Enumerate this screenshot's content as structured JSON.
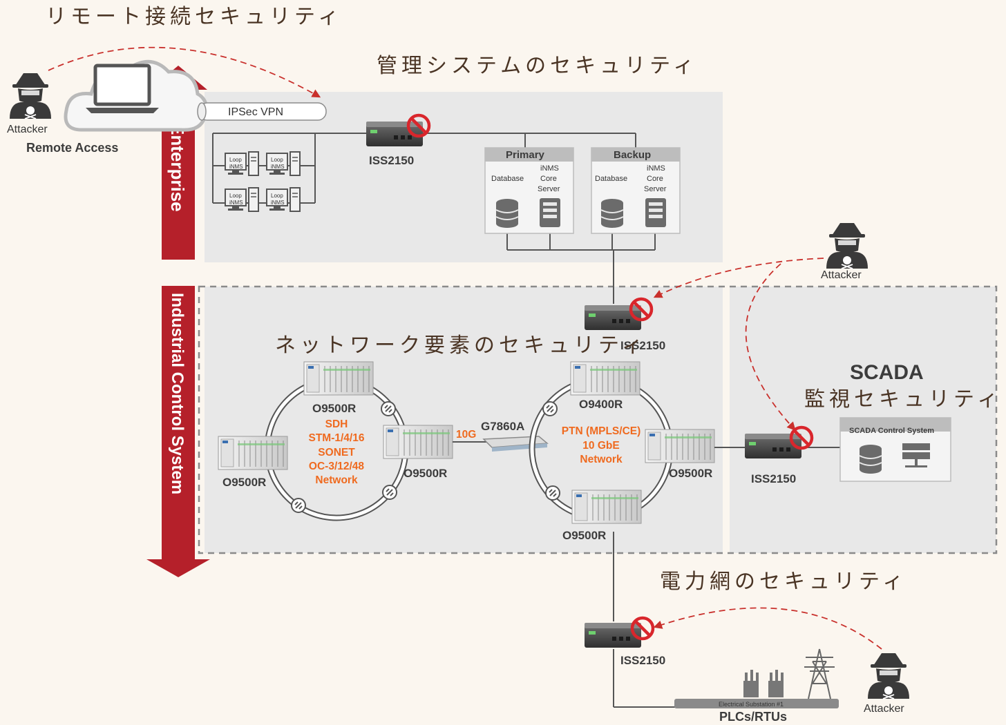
{
  "headings": {
    "remote": "リモート接続セキュリティ",
    "management": "管理システムのセキュリティ",
    "network": "ネットワーク要素のセキュリティ",
    "scada_1": "SCADA",
    "scada_2": "監視セキュリティ",
    "grid": "電力網のセキュリティ"
  },
  "zones": {
    "enterprise": "Enterprise",
    "ics": "Industrial Control System"
  },
  "remote": {
    "attacker": "Attacker",
    "label": "Remote Access",
    "vpn": "IPSec VPN"
  },
  "devices": {
    "iss_top": "ISS2150",
    "iss_mid": "ISS2150",
    "iss_scada": "ISS2150",
    "iss_bottom": "ISS2150",
    "loop": "Loop",
    "inms": "iNMS",
    "g7860a": "G7860A",
    "o9500r_top": "O9500R",
    "o9500r_left": "O9500R",
    "o9500r_right": "O9500R",
    "o9400r": "O9400R",
    "o9500r_ring2_right": "O9500R",
    "o9500r_bottom": "O9500R"
  },
  "servers": {
    "primary": "Primary",
    "backup": "Backup",
    "database": "Database",
    "inms": "iNMS",
    "core": "Core",
    "server": "Server"
  },
  "rings": {
    "ring1": [
      "SDH",
      "STM-1/4/16",
      "SONET",
      "OC-3/12/48",
      "Network"
    ],
    "ring2": [
      "PTN (MPLS/CE)",
      "10 GbE",
      "Network"
    ],
    "link": "10G"
  },
  "scada": {
    "system": "SCADA Control System"
  },
  "attackers": {
    "right": "Attacker",
    "bottom": "Attacker"
  },
  "substation": {
    "name": "Electrical Substation #1",
    "plc": "PLCs/RTUs"
  },
  "colors": {
    "background": "#fbf6ef",
    "zone": "#e8e8e8",
    "arrow": "#b5202a",
    "orange": "#ef6a1f",
    "heading": "#4a3424"
  }
}
